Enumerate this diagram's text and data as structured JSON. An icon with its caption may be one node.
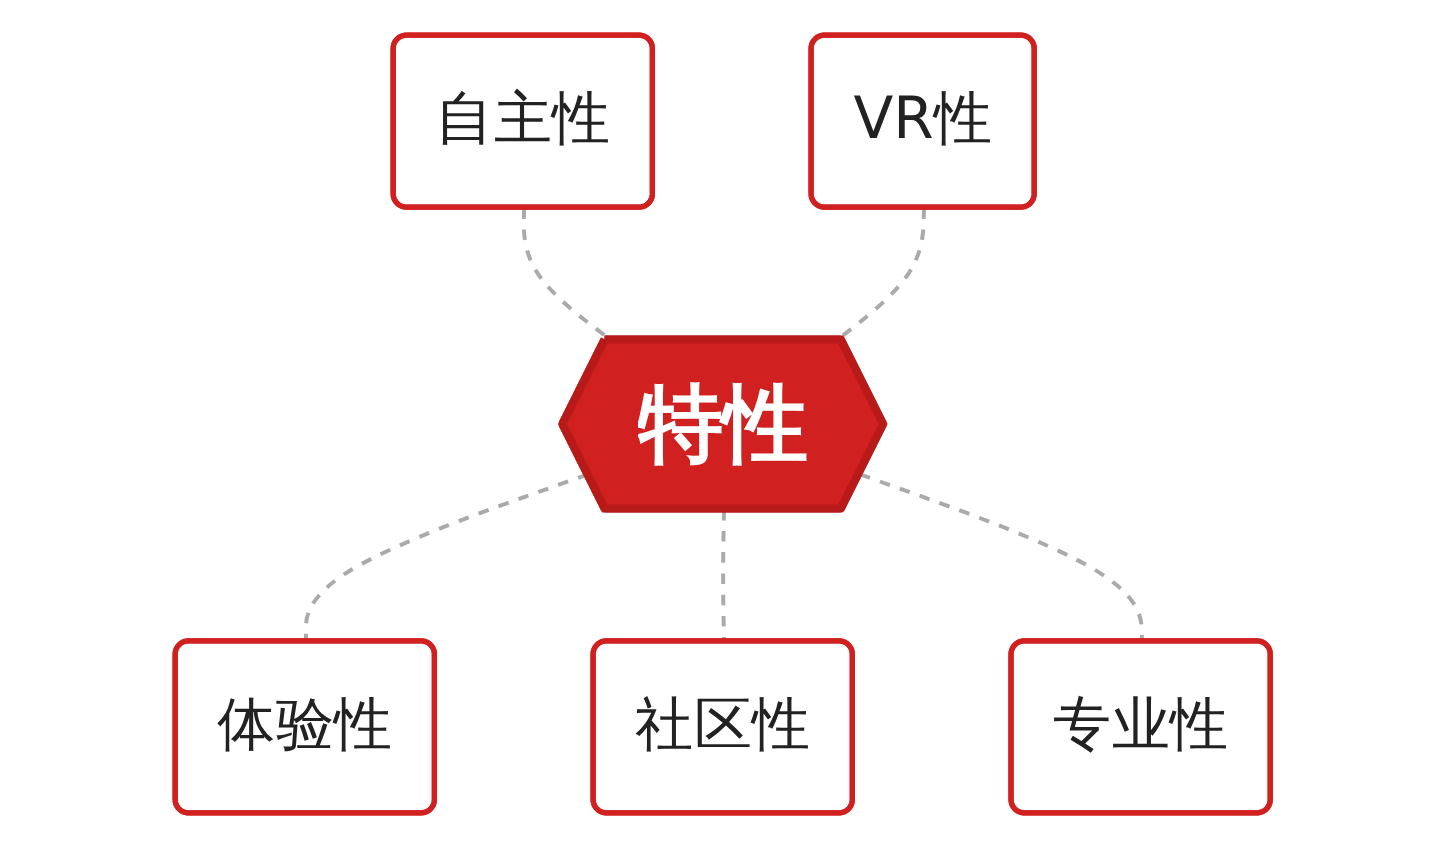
{
  "diagram": {
    "nodes": [
      {
        "text": [
          "特性"
        ]
      },
      {
        "text": [
          "自主性"
        ]
      },
      {
        "text": [
          "VR性"
        ]
      },
      {
        "text": [
          "体验性"
        ]
      },
      {
        "text": [
          "社区性"
        ]
      },
      {
        "text": [
          "专业性"
        ]
      }
    ],
    "edges": [
      {
        "from": 1,
        "to": 0,
        "arrow": "none",
        "style": "dashed"
      },
      {
        "from": 2,
        "to": 0,
        "arrow": "none",
        "style": "dashed"
      },
      {
        "from": 0,
        "to": 3,
        "arrow": "none",
        "style": "dashed"
      },
      {
        "from": 0,
        "to": 4,
        "arrow": "none",
        "style": "dashed"
      },
      {
        "from": 0,
        "to": 5,
        "arrow": "none",
        "style": "dashed"
      }
    ]
  }
}
